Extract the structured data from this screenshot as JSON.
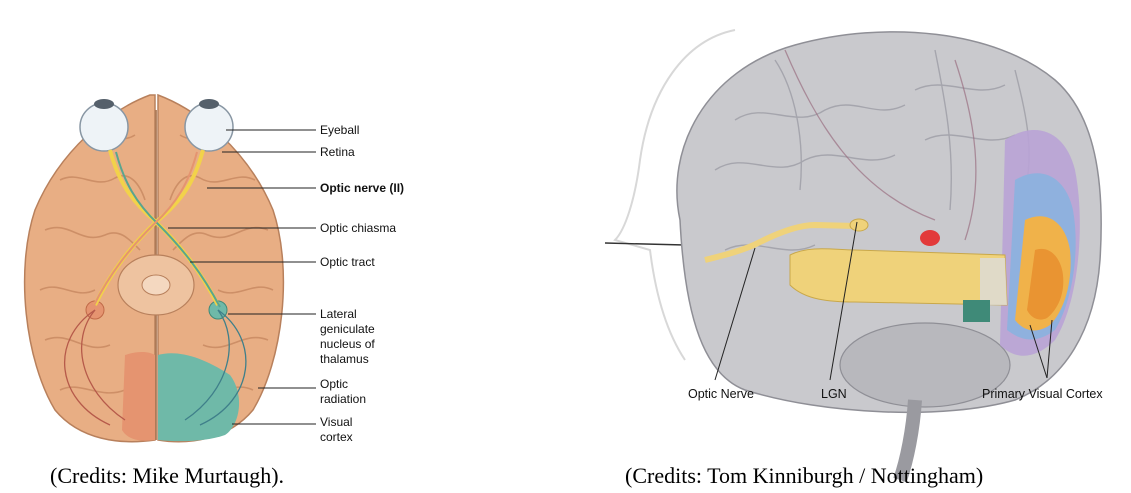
{
  "left_figure": {
    "labels": {
      "eyeball": "Eyeball",
      "retina": "Retina",
      "optic_nerve": "Optic nerve (II)",
      "optic_chiasma": "Optic chiasma",
      "optic_tract": "Optic tract",
      "lgn": [
        "Lateral",
        "geniculate",
        "nucleus of",
        "thalamus"
      ],
      "optic_radiation": [
        "Optic",
        "radiation"
      ],
      "visual_cortex": [
        "Visual",
        "cortex"
      ]
    },
    "caption": "(Credits: Mike Murtaugh)."
  },
  "right_figure": {
    "labels": {
      "optic_nerve": "Optic Nerve",
      "lgn": "LGN",
      "primary_visual_cortex": "Primary Visual Cortex"
    },
    "caption": "(Credits: Tom Kinniburgh / Nottingham)"
  },
  "colors": {
    "brain_tan": "#e8ae84",
    "brain_tan_dark": "#c98a62",
    "visual_cortex_teal": "#6fb9a8",
    "optic_yellow": "#f2d24a",
    "optic_green": "#5aa58e",
    "brain_gray": "#c9c9cd",
    "cortex_orange": "#f0b24a",
    "cortex_blue": "#8fb1de",
    "cortex_purple": "#b9a3d6"
  }
}
